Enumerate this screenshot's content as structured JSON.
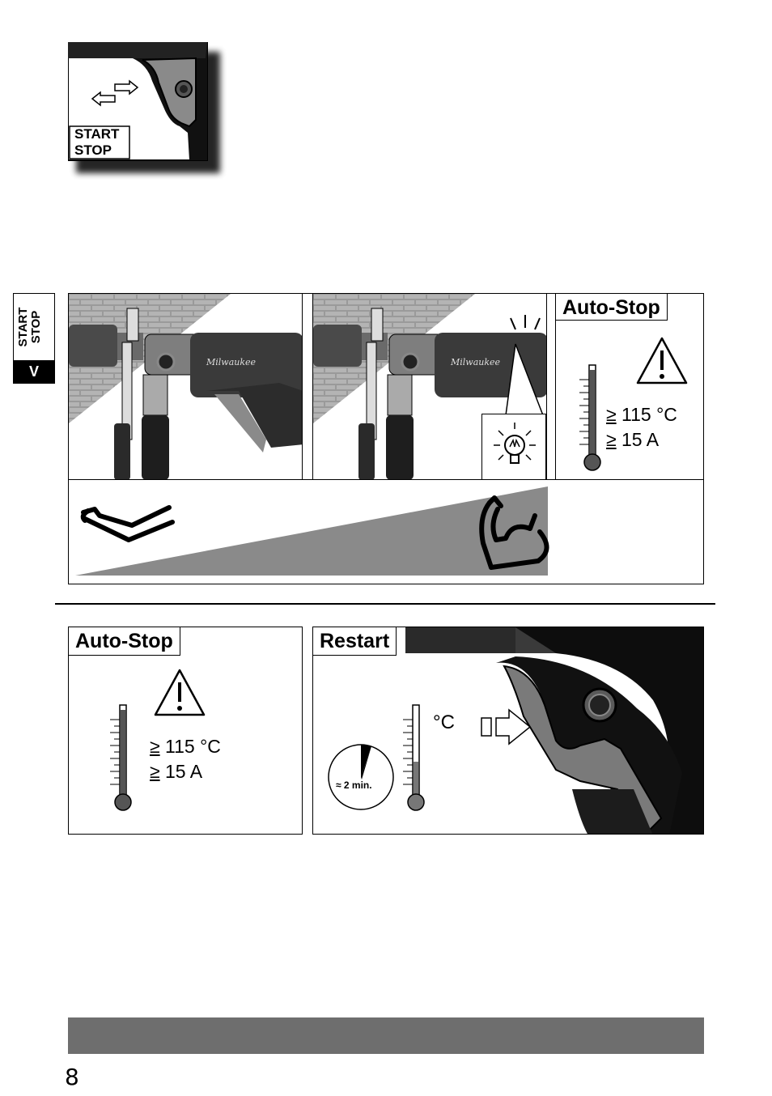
{
  "top_figure": {
    "label_line1": "START",
    "label_line2": "STOP"
  },
  "side_tab": {
    "line1": "START",
    "line2": "STOP",
    "section": "V"
  },
  "section1": {
    "auto_stop_title": "Auto-Stop",
    "spec_temp": "115 °C",
    "spec_current": "15 A",
    "ge_symbol": "≥",
    "brand_text": "Milwaukee"
  },
  "section2": {
    "auto_stop_title": "Auto-Stop",
    "spec_temp": "115 °C",
    "spec_current": "15 A",
    "ge_symbol": "≥",
    "restart_title": "Restart",
    "unit_label": "°C",
    "timer_label": "≈ 2 min."
  },
  "page": {
    "number": "8"
  },
  "icons": [
    "start-stop-switch-icon",
    "warning-triangle-icon",
    "thermometer-icon",
    "timer-icon",
    "arrow-right-icon",
    "bulb-icon",
    "arm-icon"
  ]
}
